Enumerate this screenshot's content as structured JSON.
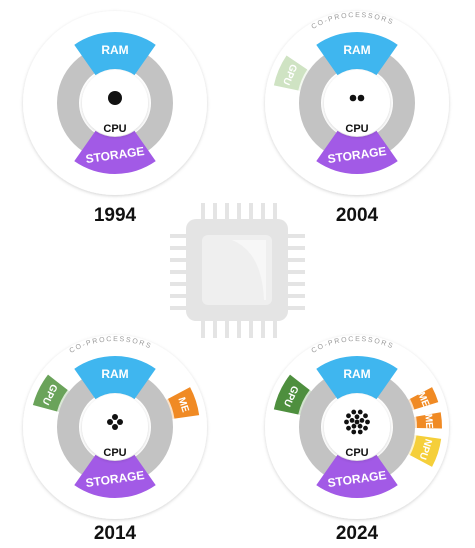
{
  "diagrams": [
    {
      "year": "1994",
      "cpu_label": "CPU",
      "ram_label": "RAM",
      "storage_label": "STORAGE",
      "core_count": 1,
      "coprocessors_label": "",
      "coprocessors": []
    },
    {
      "year": "2004",
      "cpu_label": "CPU",
      "ram_label": "RAM",
      "storage_label": "STORAGE",
      "core_count": 2,
      "coprocessors_label": "CO-PROCESSORS",
      "coprocessors": [
        {
          "label": "GPU",
          "color": "#cfe3c3"
        }
      ]
    },
    {
      "year": "2014",
      "cpu_label": "CPU",
      "ram_label": "RAM",
      "storage_label": "STORAGE",
      "core_count": 4,
      "coprocessors_label": "CO-PROCESSORS",
      "coprocessors": [
        {
          "label": "GPU",
          "color": "#6aa35a"
        },
        {
          "label": "ME",
          "color": "#f08a24"
        }
      ]
    },
    {
      "year": "2024",
      "cpu_label": "CPU",
      "ram_label": "RAM",
      "storage_label": "STORAGE",
      "core_count": 16,
      "coprocessors_label": "CO-PROCESSORS",
      "coprocessors": [
        {
          "label": "GPU",
          "color": "#4e8f3e"
        },
        {
          "label": "ME",
          "color": "#f08a24"
        },
        {
          "label": "ME",
          "color": "#f08a24"
        },
        {
          "label": "NPU",
          "color": "#f5cf3a"
        }
      ]
    }
  ],
  "colors": {
    "ram": "#3fb6ef",
    "storage": "#a25ae6",
    "ring": "#c3c3c3",
    "outer_disc": "#ffffff",
    "chip": "#e4e4e4"
  }
}
